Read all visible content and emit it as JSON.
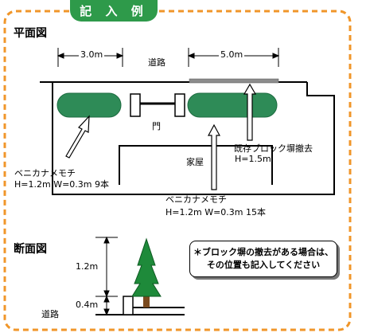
{
  "title": "記 入 例",
  "plan_view": {
    "heading": "平面図",
    "dimension_left": "3.0m",
    "dimension_right": "5.0m",
    "road_label": "道路",
    "gate_label": "門",
    "house_label": "家屋",
    "block_wall_label": "既存ブロック塀撤去",
    "block_wall_height": "H=1.5m",
    "hedge_left": {
      "name": "ベニカナメモチ",
      "spec": "H=1.2m  W=0.3m  9本"
    },
    "hedge_right": {
      "name": "ベニカナメモチ",
      "spec": "H=1.2m  W=0.3m  15本"
    }
  },
  "section_view": {
    "heading": "断面図",
    "height_upper": "1.2m",
    "height_lower": "0.4m",
    "road_label": "道路"
  },
  "note": {
    "line1": "＊ブロック塀の撤去がある場合は、",
    "line2": "その位置も記入してください"
  },
  "colors": {
    "frame": "#f0962a",
    "tab": "#2e9a4a",
    "hedge": "#2e8b57",
    "tree": "#1e8a3a",
    "trunk": "#7a4a1e",
    "wall_gray": "#8c8c8c"
  }
}
